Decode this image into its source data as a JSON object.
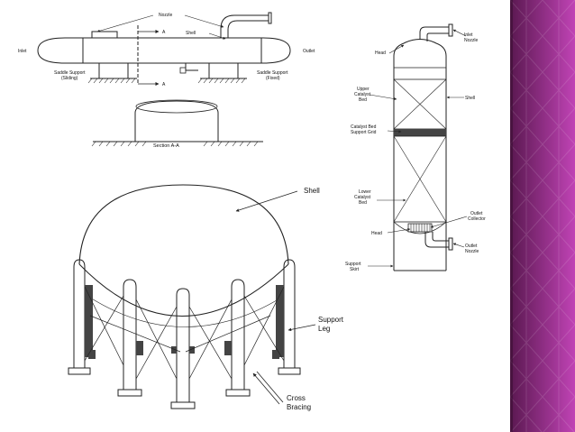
{
  "colors": {
    "sidebar_dark": "#5a1850",
    "sidebar_light": "#c043b5",
    "line": "#222222",
    "fill_dark": "#444444"
  },
  "horizontal_drum": {
    "nozzle": "Nozzle",
    "shell": "Shell",
    "section_mark_top": "A",
    "section_mark_bottom": "A",
    "inlet": "Inlet",
    "outlet": "Outlet",
    "saddle_left": "Saddle Support",
    "saddle_left_sub": "(Sliding)",
    "saddle_right": "Saddle Support",
    "saddle_right_sub": "(Fixed)",
    "section_label": "Section A-A"
  },
  "reactor": {
    "inlet_nozzle_1": "Inlet",
    "inlet_nozzle_2": "Nozzle",
    "head_top": "Head",
    "upper_bed_1": "Upper",
    "upper_bed_2": "Catalyst",
    "upper_bed_3": "Bed",
    "shell": "Shell",
    "grid_1": "Catalyst Bed",
    "grid_2": "Support Grid",
    "lower_bed_1": "Lower",
    "lower_bed_2": "Catalyst",
    "lower_bed_3": "Bed",
    "outlet_collector_1": "Outlet",
    "outlet_collector_2": "Collector",
    "head_bottom": "Head",
    "outlet_nozzle_1": "Outlet",
    "outlet_nozzle_2": "Nozzle",
    "skirt_1": "Support",
    "skirt_2": "Skirt"
  },
  "sphere": {
    "shell": "Shell",
    "support_leg_1": "Support",
    "support_leg_2": "Leg",
    "cross_bracing_1": "Cross",
    "cross_bracing_2": "Bracing"
  }
}
